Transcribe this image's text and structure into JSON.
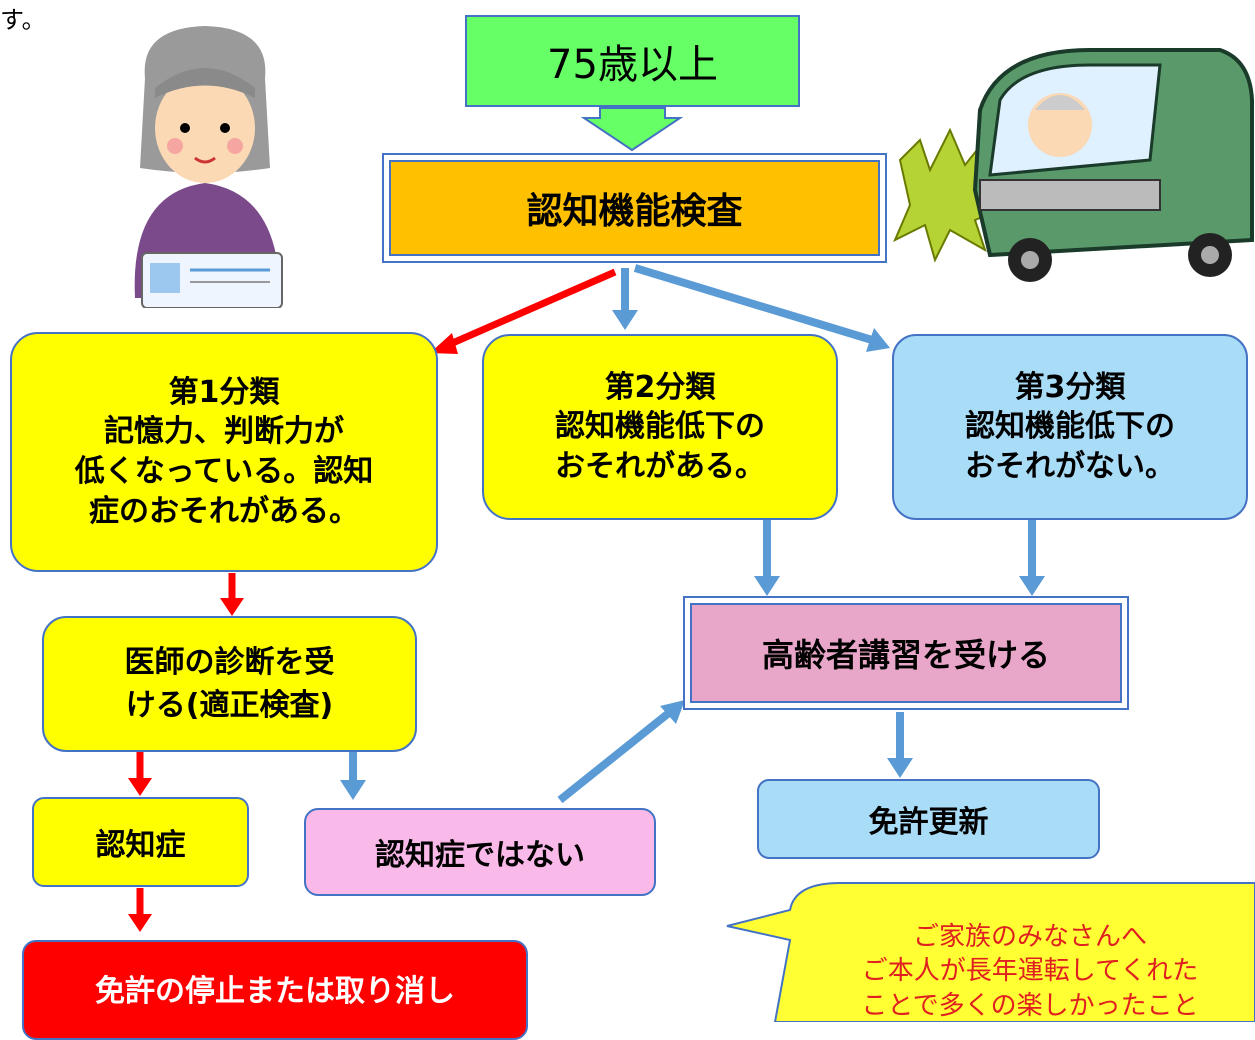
{
  "top_fragment": "す。",
  "colors": {
    "red_arrow": "#ff0000",
    "blue_arrow": "#5b9bd5",
    "border": "#4472c4"
  },
  "nodes": {
    "age": "75歳以上",
    "test": "認知機能検査",
    "class1": "第1分類\n記憶力、判断力が\n低くなっている。認知\n症のおそれがある。",
    "class2": "第2分類\n認知機能低下の\nおそれがある。",
    "class3": "第3分類\n認知機能低下の\nおそれがない。",
    "doctor": "医師の診断を受\nける(適正検査)",
    "lecture": "高齢者講習を受ける",
    "dementia": "認知症",
    "not_dementia": "認知症ではない",
    "renewal": "免許更新",
    "revoke": "免許の停止または取り消し"
  },
  "callout": {
    "lines": [
      "ご家族のみなさんへ",
      "ご本人が長年運転してくれた",
      "ことで多くの楽しかったこと"
    ]
  },
  "illustrations": [
    "elderly-woman-with-license",
    "elderly-driver-car-crash"
  ]
}
